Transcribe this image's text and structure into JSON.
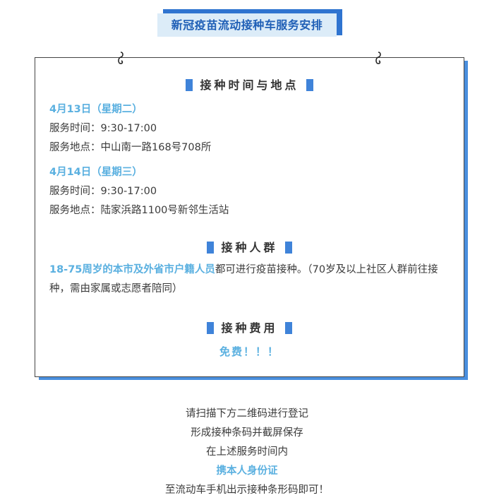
{
  "banner": {
    "title": "新冠疫苗流动接种车服务安排"
  },
  "schedule": {
    "heading": "接种时间与地点",
    "entries": [
      {
        "date": "4月13日（星期二）",
        "time": "服务时间：9:30-17:00",
        "place": "服务地点：中山南一路168号708所"
      },
      {
        "date": "4月14日（星期三）",
        "time": "服务时间：9:30-17:00",
        "place": "服务地点：陆家浜路1100号新邻生活站"
      }
    ]
  },
  "population": {
    "heading": "接种人群",
    "highlight": "18-75周岁的本市及外省市户籍人员",
    "text": "都可进行疫苗接种。（70岁及以上社区人群前往接种，需由家属或志愿者陪同）"
  },
  "fee": {
    "heading": "接种费用",
    "value": "免费！！！"
  },
  "footer": {
    "lines": [
      "请扫描下方二维码进行登记",
      "形成接种条码并截屏保存",
      "在上述服务时间内",
      "携本人身份证",
      "至流动车手机出示接种条形码即可！"
    ]
  },
  "colors": {
    "accent": "#3f83d9",
    "highlight": "#5ab0e0",
    "banner_bg": "#dcecf8"
  }
}
